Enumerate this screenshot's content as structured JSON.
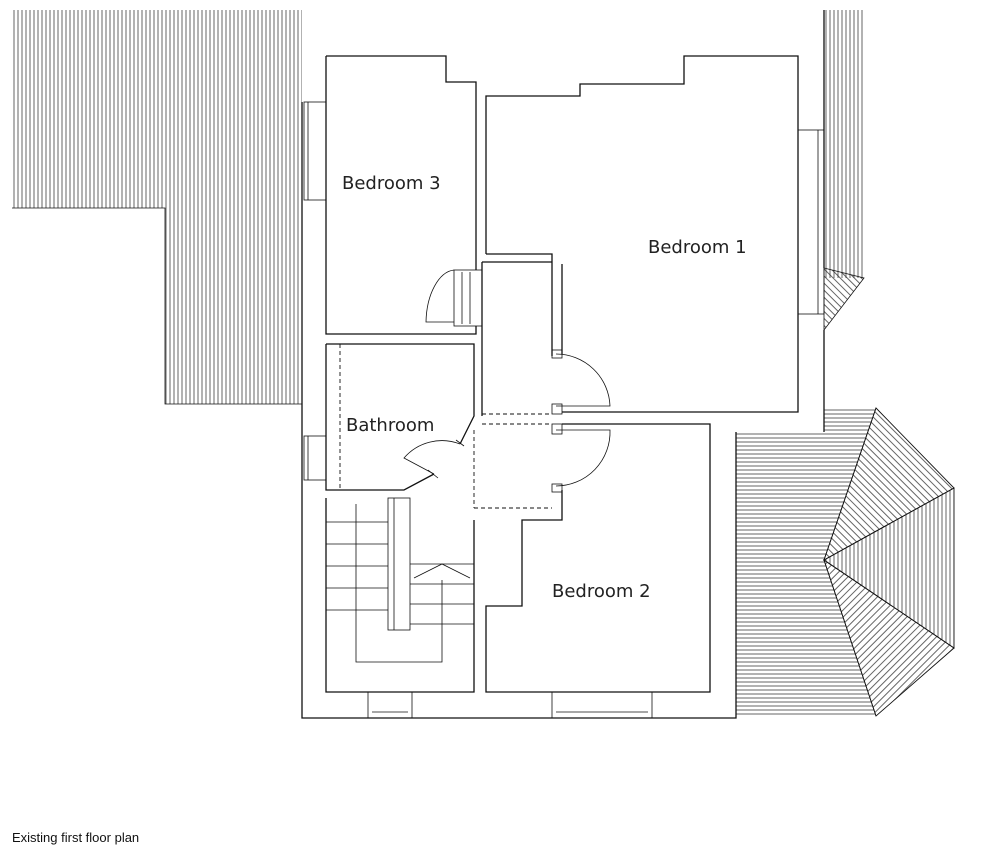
{
  "caption": "Existing first floor plan",
  "rooms": {
    "bedroom_1": "Bedroom 1",
    "bedroom_2": "Bedroom 2",
    "bedroom_3": "Bedroom 3",
    "bathroom": "Bathroom"
  },
  "colors": {
    "line": "#111111",
    "background": "#ffffff"
  }
}
